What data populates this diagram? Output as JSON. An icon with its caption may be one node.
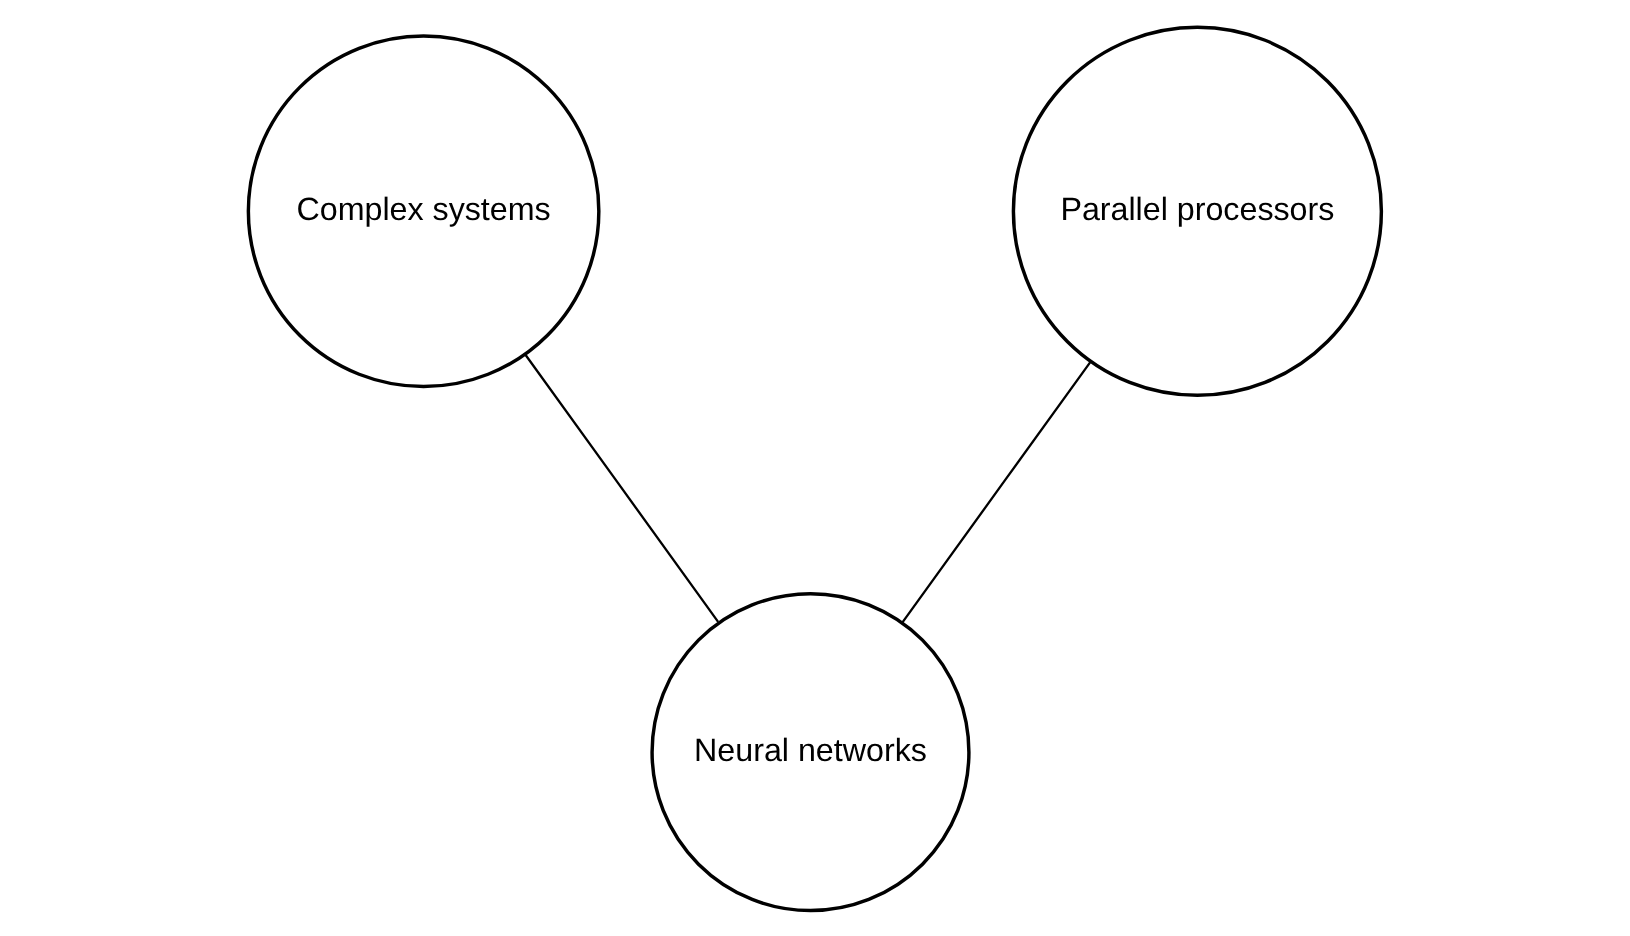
{
  "diagram": {
    "nodes": [
      {
        "text": [
          "Complex systems"
        ]
      },
      {
        "text": [
          "Parallel processors"
        ]
      },
      {
        "text": [
          "Neural networks"
        ]
      }
    ],
    "edges": [
      {
        "from": 0,
        "to": 2,
        "arrow": "none"
      },
      {
        "from": 1,
        "to": 2,
        "arrow": "none"
      }
    ]
  }
}
